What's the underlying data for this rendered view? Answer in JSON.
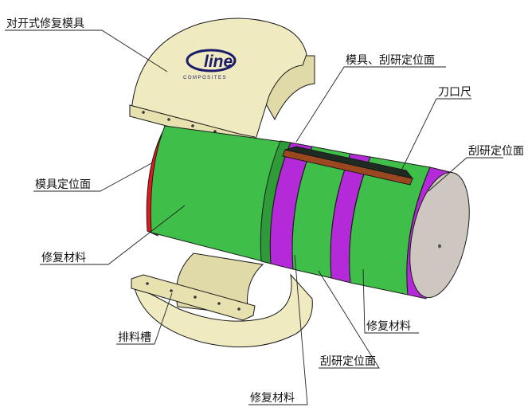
{
  "labels": {
    "split_mold": "对开式修复模具",
    "mold_scrape_locating_face": "模具、刮研定位面",
    "scraper_ruler": "刀口尺",
    "scrape_locating_face_right": "刮研定位面",
    "mold_locating_face": "模具定位面",
    "repair_material_left": "修复材料",
    "repair_material_mid": "修复材料",
    "repair_material_bottom": "修复材料",
    "drain_groove": "排料槽",
    "scrape_locating_face_bottom": "刮研定位面"
  },
  "logo": {
    "brand": "line",
    "subtitle": "COMPOSITES"
  },
  "colors": {
    "mold": "#efeabf",
    "repair_material": "#3fbf4a",
    "locating_face": "#b42ad9",
    "mold_locating_face": "#e8171b",
    "shaft_end": "#cdc7c0",
    "ruler": "#9b4720"
  }
}
